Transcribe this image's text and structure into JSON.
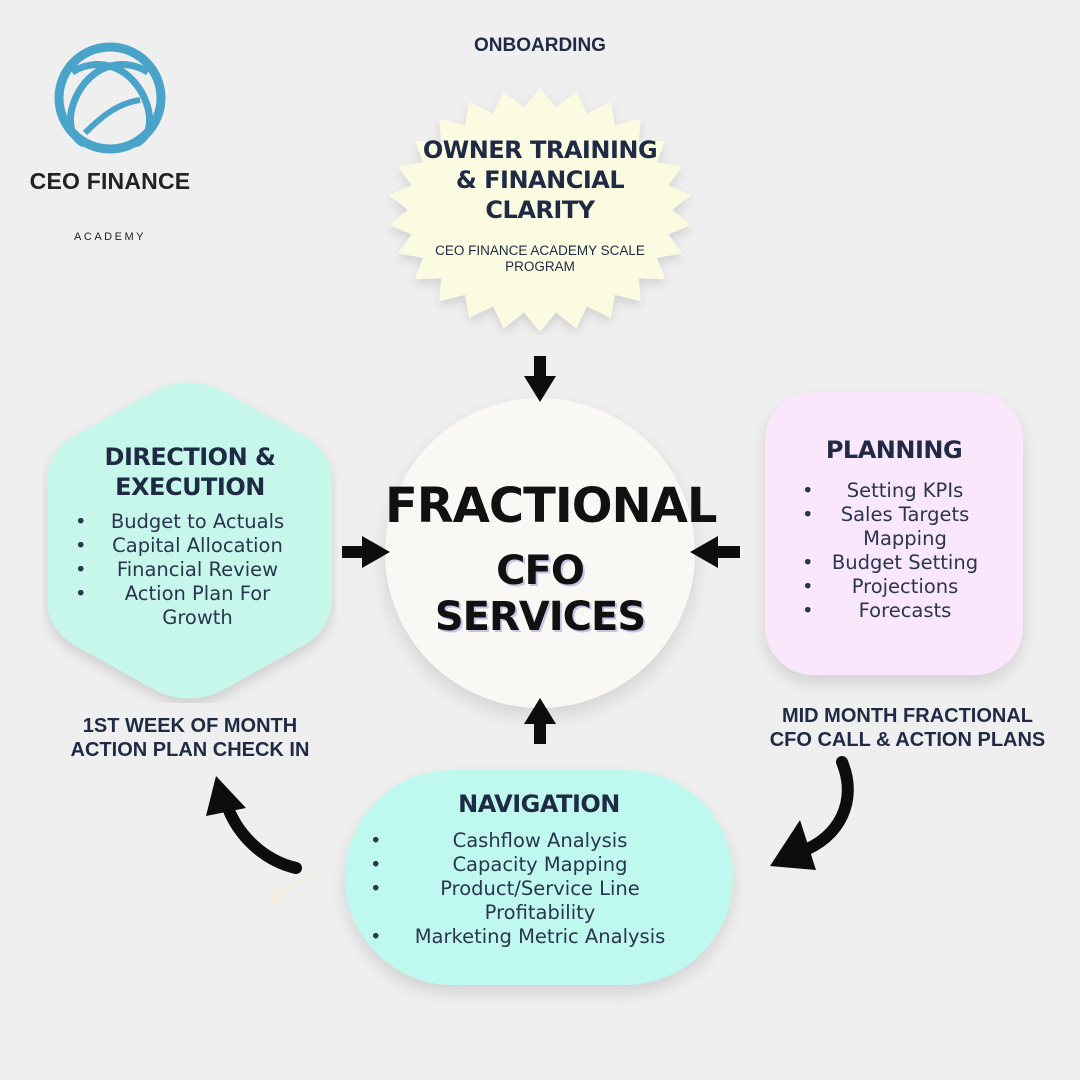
{
  "logo": {
    "name": "CEO FINANCE",
    "tagline": "ACADEMY",
    "color": "#4aa3c8"
  },
  "captions": {
    "onboarding": "ONBOARDING",
    "first_week": [
      "1ST WEEK OF MONTH",
      "ACTION PLAN CHECK IN"
    ],
    "mid_month": [
      "MID MONTH FRACTIONAL",
      "CFO CALL & ACTION PLANS"
    ]
  },
  "onboarding_burst": {
    "title": [
      "OWNER TRAINING",
      "& FINANCIAL",
      "CLARITY"
    ],
    "subtitle": [
      "CEO FINANCE ACADEMY SCALE",
      "PROGRAM"
    ],
    "color": "#fbfbe2"
  },
  "center": {
    "line1": "FRACTIONAL",
    "line2": "CFO SERVICES",
    "color": "#faf8f4"
  },
  "direction": {
    "title": [
      "DIRECTION &",
      "EXECUTION"
    ],
    "items": [
      "Budget to Actuals",
      "Capital Allocation",
      "Financial Review",
      "Action Plan For Growth"
    ],
    "color": "#c6f7ea"
  },
  "planning": {
    "title": "PLANNING",
    "items": [
      "Setting KPIs",
      "Sales Targets Mapping",
      "Budget Setting",
      "Projections",
      "Forecasts"
    ],
    "color": "#fbe7fb"
  },
  "navigation": {
    "title": "NAVIGATION",
    "items": [
      "Cashflow Analysis",
      "Capacity Mapping",
      "Product/Service Line Profitability",
      "Marketing Metric Analysis"
    ],
    "color": "#bff8ee"
  },
  "bullet_glyph": "•"
}
